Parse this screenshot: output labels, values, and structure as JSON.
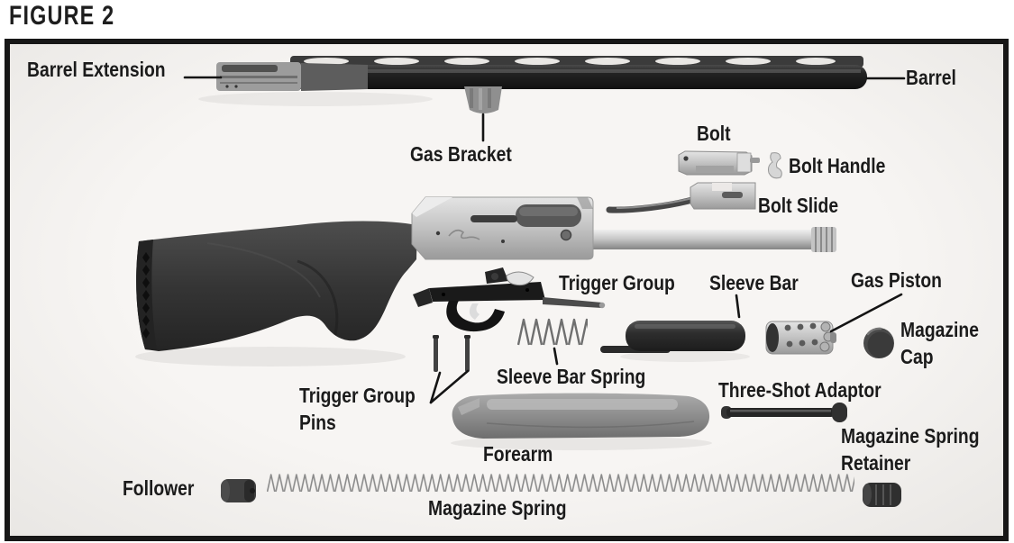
{
  "figure_title": "FIGURE 2",
  "colors": {
    "border": "#171717",
    "background": "#f3f1ee",
    "label_text": "#1b1b1b",
    "metal_silver": "#c6c6c6",
    "metal_dark": "#2a2a2a"
  },
  "diagram": {
    "labels": {
      "barrel_extension": "Barrel Extension",
      "barrel": "Barrel",
      "gas_bracket": "Gas Bracket",
      "bolt": "Bolt",
      "bolt_handle": "Bolt Handle",
      "bolt_slide": "Bolt Slide",
      "trigger_group": "Trigger Group",
      "sleeve_bar": "Sleeve Bar",
      "gas_piston": "Gas Piston",
      "magazine_cap": {
        "line1": "Magazine",
        "line2": "Cap"
      },
      "sleeve_bar_spring": "Sleeve Bar Spring",
      "trigger_group_pins": {
        "line1": "Trigger Group",
        "line2": "Pins"
      },
      "three_shot_adaptor": "Three-Shot Adaptor",
      "forearm": "Forearm",
      "magazine_spring_retainer": {
        "line1": "Magazine Spring",
        "line2": "Retainer"
      },
      "follower": "Follower",
      "magazine_spring": "Magazine Spring"
    }
  }
}
